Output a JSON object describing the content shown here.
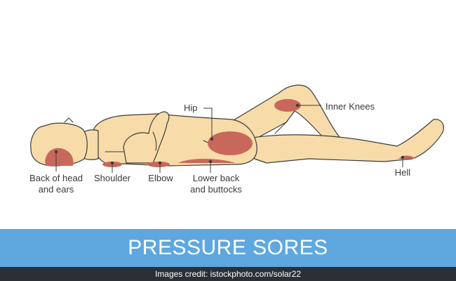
{
  "colors": {
    "skin": "#f7dcaa",
    "outline": "#3b3b3b",
    "sore": "#c8685a",
    "banner": "#5ea8df",
    "credit_bar": "#2a3036"
  },
  "labels": {
    "hip": "Hip",
    "inner_knees": "Inner Knees",
    "back_of_head_line1": "Back of head",
    "back_of_head_line2": "and ears",
    "shoulder": "Shoulder",
    "elbow": "Elbow",
    "lower_back_line1": "Lower back",
    "lower_back_line2": "and buttocks",
    "heel": "Hell"
  },
  "banner": {
    "title": "PRESSURE SORES"
  },
  "credit": {
    "text": "Images credit: istockphoto.com/solar22"
  }
}
